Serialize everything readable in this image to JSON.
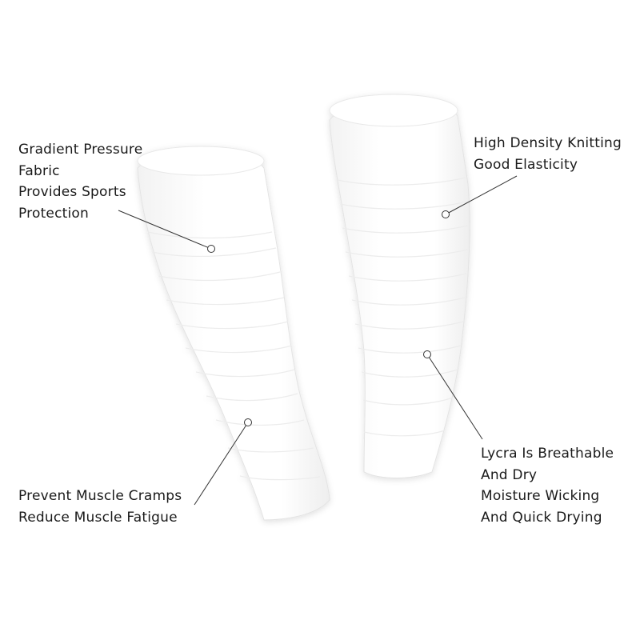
{
  "callouts": {
    "left_top": [
      "Gradient Pressure",
      "Fabric",
      "Provides Sports",
      "Protection"
    ],
    "right_top": [
      "High Density Knitting",
      "Good Elasticity"
    ],
    "left_bottom": [
      "Prevent Muscle Cramps",
      "Reduce Muscle Fatigue"
    ],
    "right_bottom": [
      "Lycra Is Breathable",
      "And Dry",
      "Moisture Wicking",
      "And Quick Drying"
    ]
  },
  "colors": {
    "background": "#ffffff",
    "sleeve_fill": "#ffffff",
    "sleeve_shadow": "#e6e6e6",
    "text": "#1a1a1a",
    "leader_line": "#333333"
  }
}
